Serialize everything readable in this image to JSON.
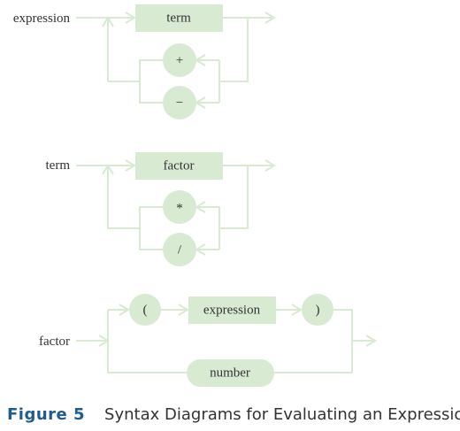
{
  "diagrams": {
    "expression": {
      "label": "expression",
      "term": "term",
      "plus": "+",
      "minus": "−"
    },
    "term": {
      "label": "term",
      "factor": "factor",
      "times": "*",
      "divide": "/"
    },
    "factor": {
      "label": "factor",
      "lparen": "(",
      "expression": "expression",
      "rparen": ")",
      "number": "number"
    }
  },
  "caption": {
    "figure": "Figure 5",
    "text": "Syntax Diagrams for Evaluating an Expression"
  },
  "colors": {
    "node_fill": "#d9ead3",
    "line": "#d9ead3",
    "figure_label": "#1f5c8e",
    "text": "#333333"
  }
}
